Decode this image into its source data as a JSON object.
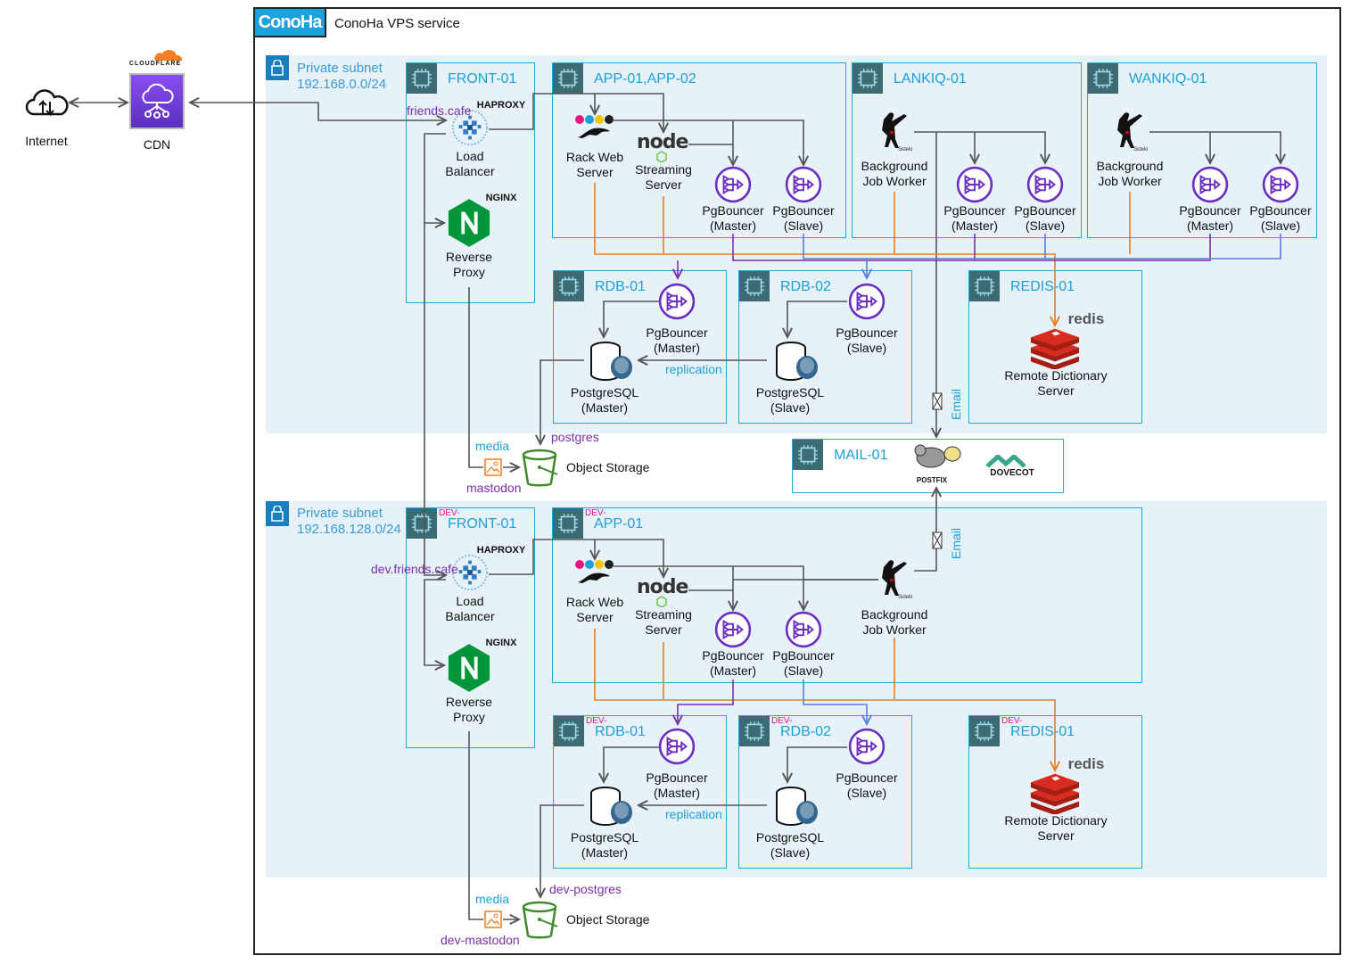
{
  "header": {
    "logo": "ConoHa",
    "title": "ConoHa VPS service"
  },
  "external": {
    "internet": "Internet",
    "cdn": "CDN",
    "cdn_brand": "CLOUDFLARE"
  },
  "colors": {
    "accent": "#1ba1dc",
    "subnet_bg": "#e6f1f8",
    "chip": "#3d6b73",
    "orange": "#f07c1e",
    "purple": "#7b2fa8",
    "slave_line": "#5b7fd6",
    "dev_prefix": "#e8167d"
  },
  "prod": {
    "subnet": {
      "label": "Private subnet\n192.168.0.0/24"
    },
    "domain": "friends.cafe",
    "front": {
      "title": "FRONT-01",
      "haproxy": "HAPROXY",
      "lb": "Load\nBalancer",
      "nginx": "NGINX",
      "proxy": "Reverse\nProxy"
    },
    "app": {
      "title": "APP-01,APP-02",
      "rack": "Rack Web\nServer",
      "streaming": "Streaming\nServer",
      "pgb_master": "PgBouncer\n(Master)",
      "pgb_slave": "PgBouncer\n(Slave)"
    },
    "lankiq": {
      "title": "LANKIQ-01",
      "worker": "Background\nJob Worker",
      "pgb_master": "PgBouncer\n(Master)",
      "pgb_slave": "PgBouncer\n(Slave)"
    },
    "wankiq": {
      "title": "WANKIQ-01",
      "worker": "Background\nJob Worker",
      "pgb_master": "PgBouncer\n(Master)",
      "pgb_slave": "PgBouncer\n(Slave)"
    },
    "rdb01": {
      "title": "RDB-01",
      "pgb": "PgBouncer\n(Master)",
      "pg": "PostgreSQL\n(Master)",
      "replication": "replication"
    },
    "rdb02": {
      "title": "RDB-02",
      "pgb": "PgBouncer\n(Slave)",
      "pg": "PostgreSQL\n(Slave)"
    },
    "redis": {
      "title": "REDIS-01",
      "brand": "redis",
      "label": "Remote Dictionary\nServer"
    },
    "email": "Email",
    "storage": {
      "bucket": "postgres",
      "media": "media",
      "mastodon": "mastodon",
      "label": "Object Storage"
    }
  },
  "mail": {
    "title": "MAIL-01",
    "postfix": "POSTFIX",
    "dovecot": "DOVECOT"
  },
  "dev": {
    "prefix": "DEV-",
    "subnet": {
      "label": "Private subnet\n192.168.128.0/24"
    },
    "domain": "dev.friends.cafe",
    "front": {
      "title": "FRONT-01",
      "haproxy": "HAPROXY",
      "lb": "Load\nBalancer",
      "nginx": "NGINX",
      "proxy": "Reverse\nProxy"
    },
    "app": {
      "title": "APP-01",
      "rack": "Rack Web\nServer",
      "streaming": "Streaming\nServer",
      "pgb_master": "PgBouncer\n(Master)",
      "pgb_slave": "PgBouncer\n(Slave)",
      "worker": "Background\nJob Worker"
    },
    "rdb01": {
      "title": "RDB-01",
      "pgb": "PgBouncer\n(Master)",
      "pg": "PostgreSQL\n(Master)",
      "replication": "replication"
    },
    "rdb02": {
      "title": "RDB-02",
      "pgb": "PgBouncer\n(Slave)",
      "pg": "PostgreSQL\n(Slave)"
    },
    "redis": {
      "title": "REDIS-01",
      "brand": "redis",
      "label": "Remote Dictionary\nServer"
    },
    "email": "Email",
    "storage": {
      "bucket": "dev-postgres",
      "media": "media",
      "mastodon": "dev-mastodon",
      "label": "Object Storage"
    }
  }
}
